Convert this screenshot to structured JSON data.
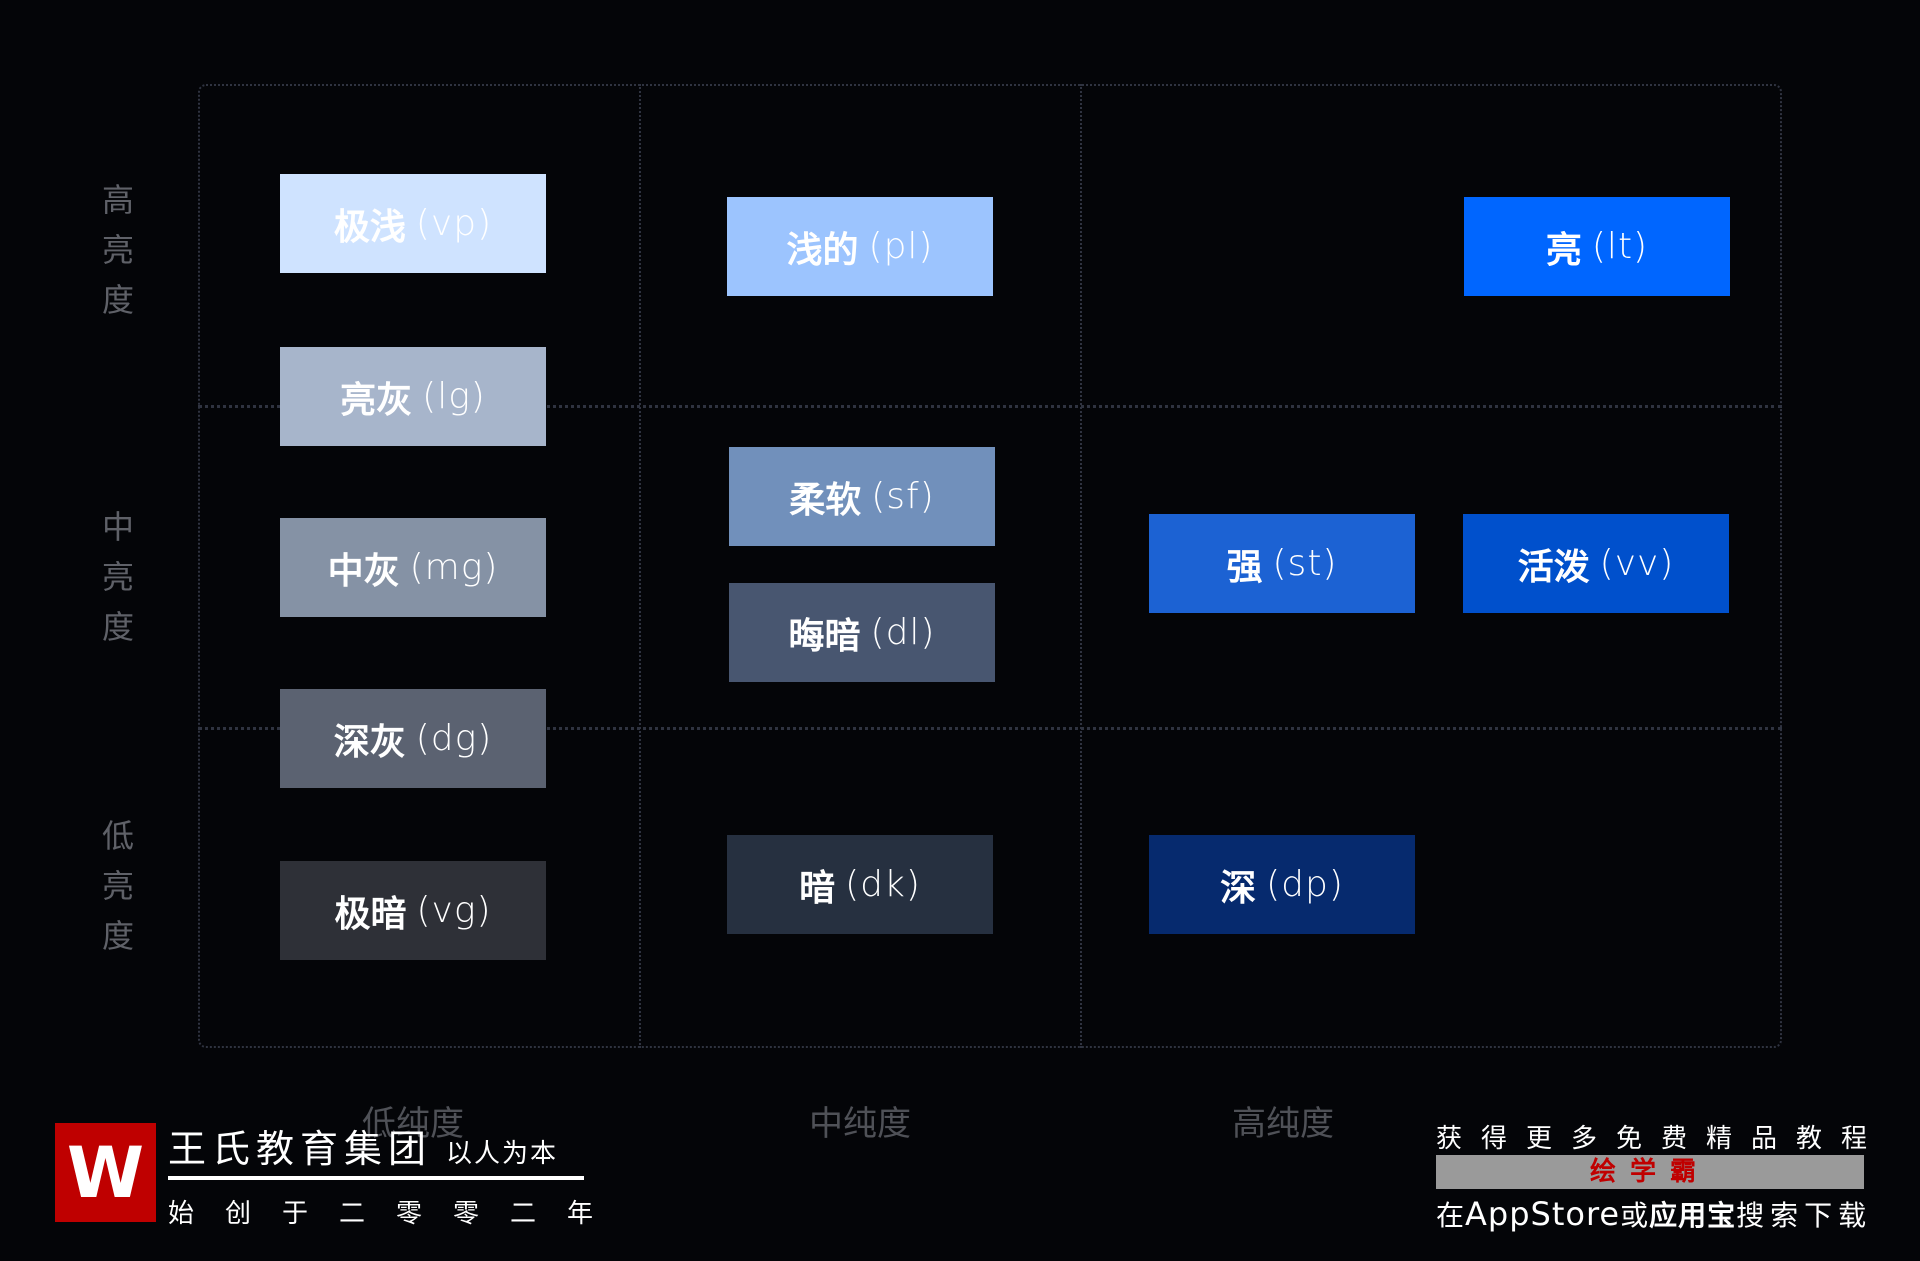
{
  "axes": {
    "y_labels": [
      {
        "text": "高亮度"
      },
      {
        "text": "中亮度"
      },
      {
        "text": "低亮度"
      }
    ],
    "x_labels": [
      "低纯度",
      "中纯度",
      "高纯度"
    ]
  },
  "tones": [
    {
      "cn": "极浅",
      "en": "(vp)",
      "color": "#cfe3ff"
    },
    {
      "cn": "亮灰",
      "en": "(lg)",
      "color": "#a7b5cb"
    },
    {
      "cn": "中灰",
      "en": "(mg)",
      "color": "#8592a5"
    },
    {
      "cn": "深灰",
      "en": "(dg)",
      "color": "#5b6271"
    },
    {
      "cn": "极暗",
      "en": "(vg)",
      "color": "#2e3037"
    },
    {
      "cn": "浅的",
      "en": "(pl)",
      "color": "#9cc4fe"
    },
    {
      "cn": "柔软",
      "en": "(sf)",
      "color": "#7190bb"
    },
    {
      "cn": "晦暗",
      "en": "(dl)",
      "color": "#485670"
    },
    {
      "cn": "暗",
      "en": "(dk)",
      "color": "#263040"
    },
    {
      "cn": "亮",
      "en": "(lt)",
      "color": "#0066ff"
    },
    {
      "cn": "强",
      "en": "(st)",
      "color": "#1c62d3"
    },
    {
      "cn": "活泼",
      "en": "(vv)",
      "color": "#0050cc"
    },
    {
      "cn": "深",
      "en": "(dp)",
      "color": "#062a6e"
    }
  ],
  "watermark": {
    "logo": "W",
    "org": "王氏教育集团",
    "motto": "以人为本",
    "founded": "始创于二零零二年",
    "promo": "获得更多免费精品教程",
    "app": "绘学霸",
    "search_prefix": "在",
    "search_store": "AppStore",
    "search_or": "或",
    "search_store2": "应用宝",
    "search_suffix": "搜索下载"
  }
}
